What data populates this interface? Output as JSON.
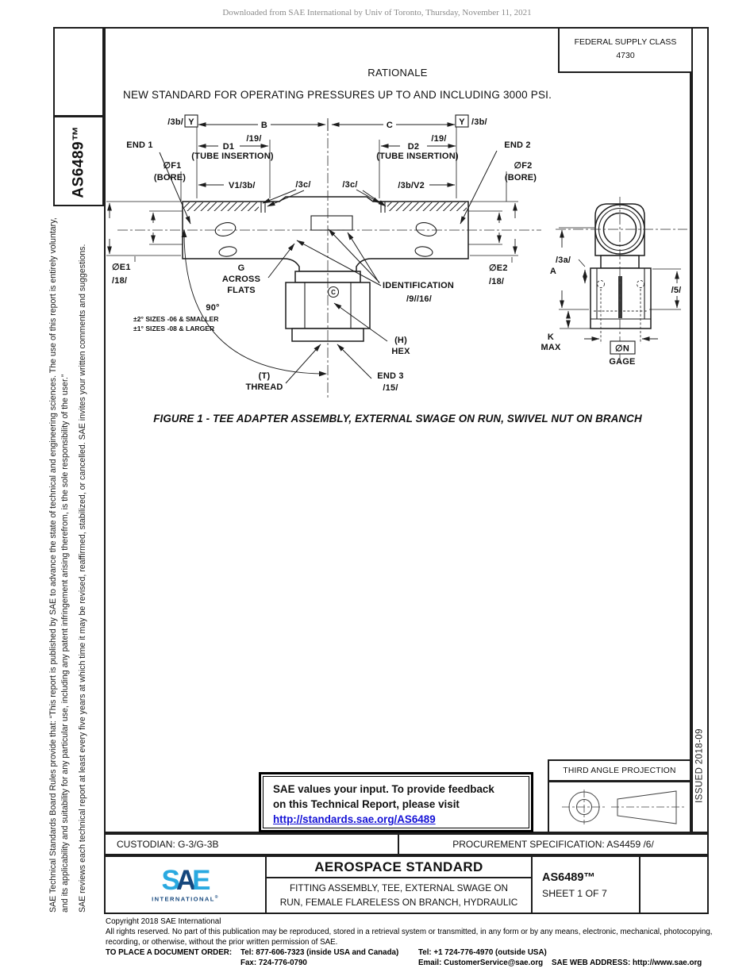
{
  "page": {
    "download_notice": "Downloaded from SAE International by Univ of Toronto, Thursday, November 11, 2021"
  },
  "header": {
    "federal_supply_class_label": "FEDERAL SUPPLY CLASS",
    "federal_supply_class_value": "4730",
    "rationale_title": "RATIONALE",
    "rationale_text": "NEW STANDARD FOR OPERATING PRESSURES UP TO AND INCLUDING 3000 PSI."
  },
  "sidebar": {
    "doc_number": "AS6489™",
    "disclaimer_p1": "SAE Technical Standards Board Rules provide that: “This report is published by SAE to advance the state of technical and engineering sciences. The use of this report is entirely voluntary, and its applicability and suitability for any particular use, including any patent infringement arising therefrom, is the sole responsibility of the user.”",
    "disclaimer_p2": "SAE reviews each technical report at least every five years at which time it may be revised, reaffirmed, stabilized, or cancelled. SAE invites your written comments and suggestions."
  },
  "figure": {
    "caption": "FIGURE 1 - TEE ADAPTER ASSEMBLY, EXTERNAL SWAGE ON RUN, SWIVEL NUT ON BRANCH",
    "labels": {
      "datum_prefix": "/3b/",
      "datum_y": "Y",
      "dim_b": "B",
      "dim_c": "C",
      "end1": "END 1",
      "end2": "END 2",
      "end3": "END 3",
      "end3_note": "/15/",
      "d1": "D1",
      "d2": "D2",
      "dim_19": "/19/",
      "tube_insertion": "(TUBE INSERTION)",
      "f1": "∅F1",
      "f2": "∅F2",
      "bore": "(BORE)",
      "v1": "V1/3b/",
      "v2": "/3b/V2",
      "c3": "/3c/",
      "e1": "∅E1",
      "e2": "∅E2",
      "dim_18": "/18/",
      "g_line1": "G",
      "g_line2": "ACROSS",
      "g_line3": "FLATS",
      "ident1": "IDENTIFICATION",
      "ident2": "/9//16/",
      "ident_mark": "C",
      "angle": "90°",
      "angle_tol1": "±2° SIZES -06 & SMALLER",
      "angle_tol2": "±1° SIZES -08 & LARGER",
      "h1": "(H)",
      "h2": "HEX",
      "t1": "(T)",
      "t2": "THREAD",
      "a": "A",
      "a3": "/3a/",
      "s5": "/5/",
      "k": "K",
      "k_max": "MAX",
      "n": "∅N",
      "gage": "GAGE"
    }
  },
  "feedback_box": {
    "line1": "SAE values your input. To provide feedback",
    "line2": "on this Technical Report, please visit",
    "link": "http://standards.sae.org/AS6489"
  },
  "projection_box": {
    "title": "THIRD ANGLE PROJECTION"
  },
  "issued": "ISSUED 2018-09",
  "title_block": {
    "custodian": "CUSTODIAN: G-3/G-3B",
    "procurement": "PROCUREMENT SPECIFICATION: AS4459 /6/",
    "standard_type": "AEROSPACE STANDARD",
    "title_line1": "FITTING ASSEMBLY, TEE, EXTERNAL SWAGE ON",
    "title_line2": "RUN, FEMALE FLARELESS ON BRANCH, HYDRAULIC",
    "doc_number": "AS6489™",
    "sheet": "SHEET 1 OF 7",
    "logo_s": "S",
    "logo_a": "A",
    "logo_e": "E",
    "logo_sub": "INTERNATIONAL",
    "logo_reg": "®"
  },
  "footer": {
    "copyright": "Copyright 2018 SAE International",
    "rights_line1": "All rights reserved. No part of this publication may be reproduced, stored in a retrieval system or transmitted, in any form or by any means, electronic, mechanical, photocopying,",
    "rights_line2": "recording, or otherwise, without the prior written permission of SAE.",
    "order_label": "TO PLACE A DOCUMENT ORDER:",
    "tel_inside": "Tel: 877-606-7323 (inside USA and Canada)",
    "tel_outside": "Tel: +1 724-776-4970 (outside USA)",
    "fax": "Fax: 724-776-0790",
    "email": "Email: CustomerService@sae.org",
    "web": "SAE WEB ADDRESS: http://www.sae.org"
  },
  "colors": {
    "sae_light_blue": "#2aa9e0",
    "sae_dark_blue": "#15477d",
    "link_blue": "#1512d6",
    "notice_gray": "#8a8a8a",
    "line_black": "#1d1d1d"
  }
}
